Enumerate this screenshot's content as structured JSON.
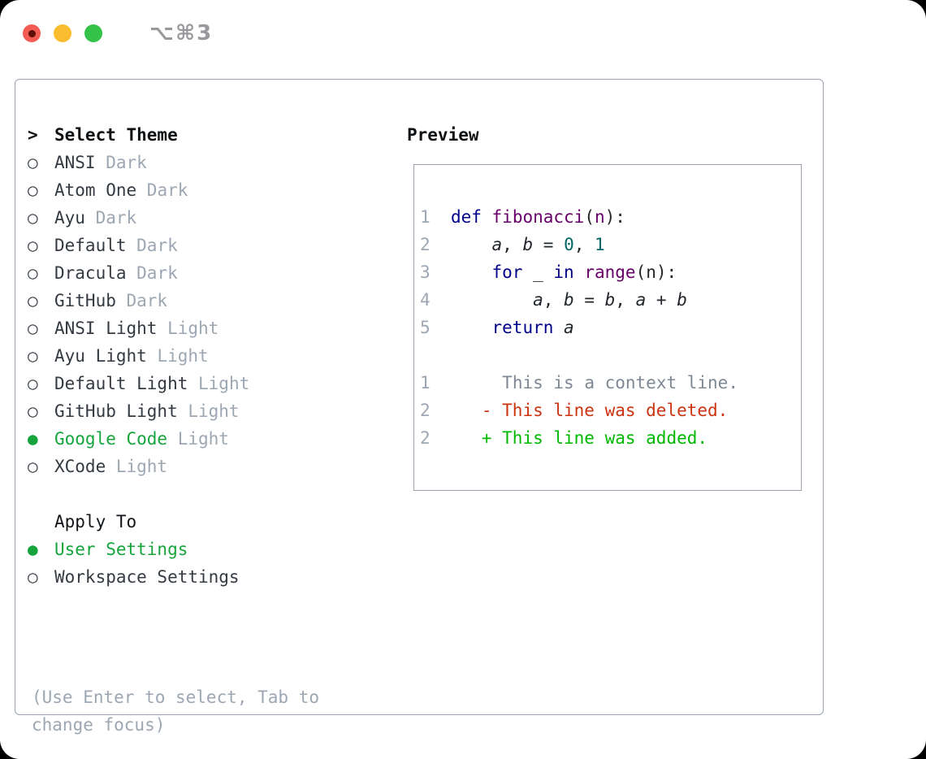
{
  "titlebar": {
    "shortcut": "⌥⌘3"
  },
  "markers": {
    "header": ">",
    "selected": "●",
    "unselected": "○"
  },
  "theme_list": {
    "header": "Select Theme",
    "items": [
      {
        "name": "ANSI",
        "variant": "Dark",
        "selected": false
      },
      {
        "name": "Atom One",
        "variant": "Dark",
        "selected": false
      },
      {
        "name": "Ayu",
        "variant": "Dark",
        "selected": false
      },
      {
        "name": "Default",
        "variant": "Dark",
        "selected": false
      },
      {
        "name": "Dracula",
        "variant": "Dark",
        "selected": false
      },
      {
        "name": "GitHub",
        "variant": "Dark",
        "selected": false
      },
      {
        "name": "ANSI Light",
        "variant": "Light",
        "selected": false
      },
      {
        "name": "Ayu Light",
        "variant": "Light",
        "selected": false
      },
      {
        "name": "Default Light",
        "variant": "Light",
        "selected": false
      },
      {
        "name": "GitHub Light",
        "variant": "Light",
        "selected": false
      },
      {
        "name": "Google Code",
        "variant": "Light",
        "selected": true
      },
      {
        "name": "XCode",
        "variant": "Light",
        "selected": false
      }
    ]
  },
  "apply_to": {
    "header": "Apply To",
    "options": [
      {
        "label": "User Settings",
        "selected": true
      },
      {
        "label": "Workspace Settings",
        "selected": false
      }
    ]
  },
  "help": "(Use Enter to select, Tab to\nchange focus)",
  "preview": {
    "header": "Preview",
    "code_lines": [
      {
        "segs": [
          {
            "t": "1  ",
            "s": "ln"
          },
          {
            "t": "def",
            "s": "kw"
          },
          {
            "t": " ",
            "s": "pl"
          },
          {
            "t": "fibonacci",
            "s": "ti"
          },
          {
            "t": "(",
            "s": "pl"
          },
          {
            "t": "n",
            "s": "ti"
          },
          {
            "t": "):",
            "s": "pl"
          }
        ]
      },
      {
        "segs": [
          {
            "t": "2  ",
            "s": "ln"
          },
          {
            "t": "    ",
            "s": "pl"
          },
          {
            "t": "a",
            "s": "va"
          },
          {
            "t": ", ",
            "s": "pl"
          },
          {
            "t": "b",
            "s": "va"
          },
          {
            "t": " = ",
            "s": "pl"
          },
          {
            "t": "0",
            "s": "nu"
          },
          {
            "t": ", ",
            "s": "pl"
          },
          {
            "t": "1",
            "s": "nu"
          }
        ]
      },
      {
        "segs": [
          {
            "t": "3  ",
            "s": "ln"
          },
          {
            "t": "    ",
            "s": "pl"
          },
          {
            "t": "for",
            "s": "kw"
          },
          {
            "t": " _ ",
            "s": "pl"
          },
          {
            "t": "in",
            "s": "kw"
          },
          {
            "t": " ",
            "s": "pl"
          },
          {
            "t": "range",
            "s": "ti"
          },
          {
            "t": "(n):",
            "s": "pl"
          }
        ]
      },
      {
        "segs": [
          {
            "t": "4  ",
            "s": "ln"
          },
          {
            "t": "        ",
            "s": "pl"
          },
          {
            "t": "a",
            "s": "va"
          },
          {
            "t": ", ",
            "s": "pl"
          },
          {
            "t": "b",
            "s": "va"
          },
          {
            "t": " = ",
            "s": "pl"
          },
          {
            "t": "b",
            "s": "va"
          },
          {
            "t": ", ",
            "s": "pl"
          },
          {
            "t": "a",
            "s": "va"
          },
          {
            "t": " + ",
            "s": "pl"
          },
          {
            "t": "b",
            "s": "va"
          }
        ]
      },
      {
        "segs": [
          {
            "t": "5  ",
            "s": "ln"
          },
          {
            "t": "    ",
            "s": "pl"
          },
          {
            "t": "return",
            "s": "kw"
          },
          {
            "t": " ",
            "s": "pl"
          },
          {
            "t": "a",
            "s": "va"
          }
        ]
      },
      {
        "segs": []
      },
      {
        "segs": [
          {
            "t": "1",
            "s": "ln"
          },
          {
            "t": "       ",
            "s": "pl"
          },
          {
            "t": "This is a context line.",
            "s": "ctx"
          }
        ]
      },
      {
        "segs": [
          {
            "t": "2",
            "s": "ln"
          },
          {
            "t": "     ",
            "s": "pl"
          },
          {
            "t": "- This line was deleted.",
            "s": "del"
          }
        ]
      },
      {
        "segs": [
          {
            "t": "2",
            "s": "ln"
          },
          {
            "t": "     ",
            "s": "pl"
          },
          {
            "t": "+ This line was added.",
            "s": "add"
          }
        ]
      }
    ]
  },
  "colors": {
    "selected_green": "#16a53c",
    "muted_gray": "#9da7b3",
    "keyword": "#000088",
    "function": "#660066",
    "number_literal": "#006666",
    "deleted_red": "#cc3311",
    "added_green": "#00b800",
    "traffic_red": "#f25c52",
    "traffic_yellow": "#fabd2f",
    "traffic_green": "#33c348"
  }
}
